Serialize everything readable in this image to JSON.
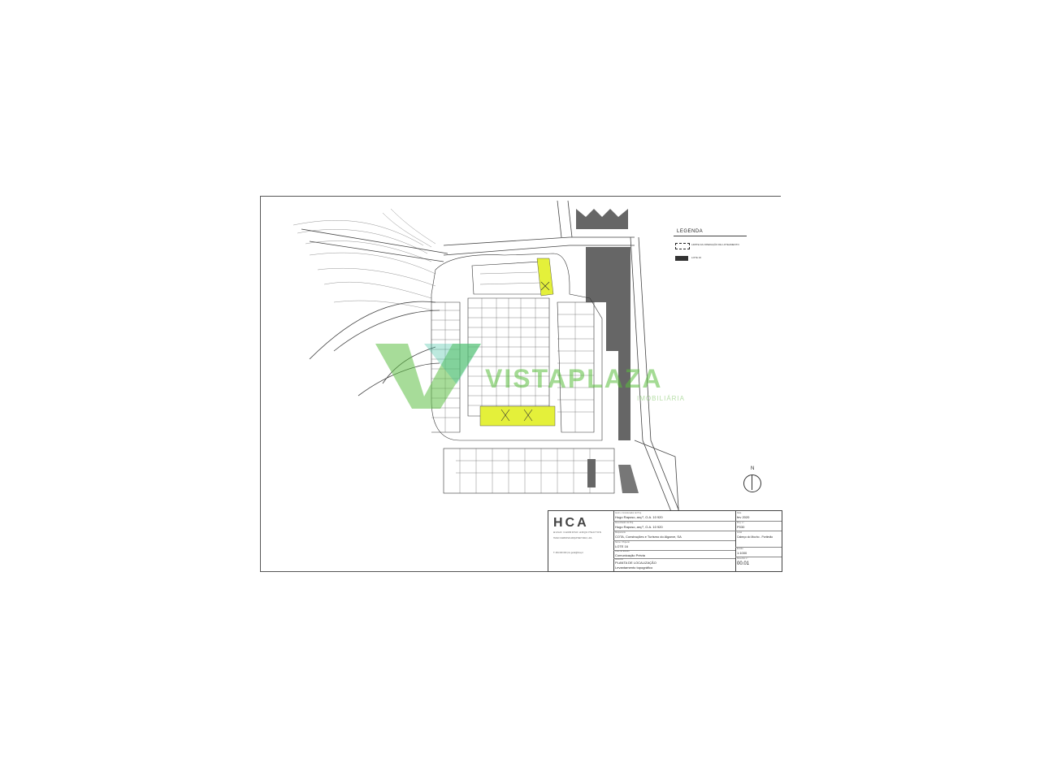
{
  "legend": {
    "title": "LEGENDA",
    "items": [
      {
        "label": "LIMITE DA OPERAÇÃO DE LOTEAMENTO",
        "swatch": "dashed-outline"
      },
      {
        "label": "LOTE 16",
        "swatch": "solid-dark"
      }
    ]
  },
  "north_arrow": {
    "label": "N"
  },
  "title_block": {
    "logo": "HCA",
    "firm_name": "HUGO CARDOSO ARQUITECTOS",
    "firm_sub": "HUGO CARDOSO ARQUITECTURA, LDA",
    "contact_line": "T: 281 000 000 | E: geral@hca.pt",
    "rows": [
      {
        "label": "Autor e Coordenador do Proj.",
        "value": "Hugo Raposo, arq.º, O.A. 10 920"
      },
      {
        "label": "Desenhador do Proj.",
        "value": "Hugo Raposo, arq.º, O.A. 10 920"
      },
      {
        "label": "Requerente",
        "value": "COTA, Construções e Turismo do Algarve, SA"
      },
      {
        "label": "Nome / Projecto",
        "value": "LOTE 16"
      },
      {
        "label": "Fase de Estudo",
        "value": "Comunicação Prévia"
      },
      {
        "label": "Desenho",
        "value": "PLANTA DE LOCALIZAÇÃO"
      },
      {
        "label": "",
        "value": "Levantamento topográfico"
      }
    ],
    "right": [
      {
        "label": "Data",
        "value": "fev 2020"
      },
      {
        "label": "Proj. n.º",
        "value": "P030"
      },
      {
        "label": "Local",
        "value": "Cabeço do Mocho - Portimão"
      },
      {
        "label": "Escala",
        "value": "1:1000"
      },
      {
        "label": "Desenho n.º",
        "value": "00.01"
      }
    ]
  },
  "watermark": {
    "text": "VISTAPLAZA",
    "sub": "IMOBILIÁRIA"
  },
  "colors": {
    "highlight": "#e4f03a",
    "lines": "#333333",
    "watermark": "#5fbf45",
    "building": "#666666"
  }
}
